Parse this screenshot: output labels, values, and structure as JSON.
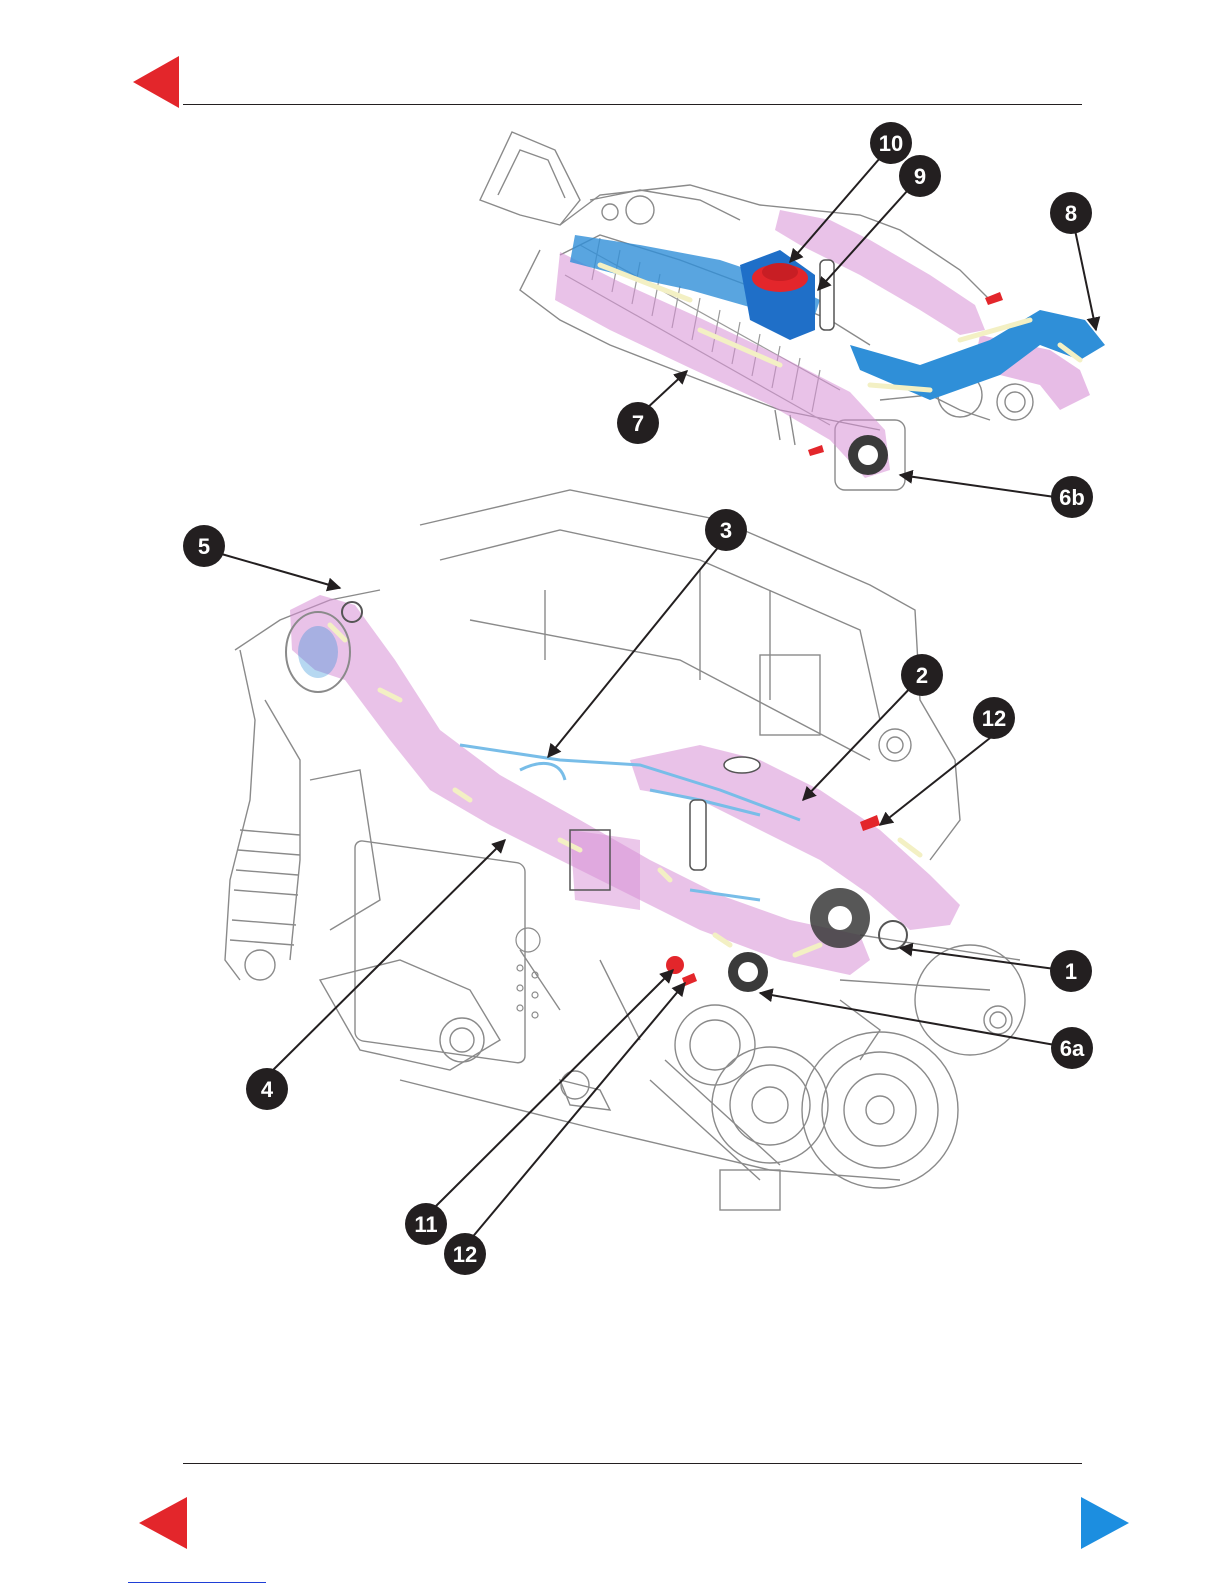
{
  "colors": {
    "nav_prev": "#e3262b",
    "nav_next": "#1c8ee0",
    "callout_fill": "#231f20",
    "coolant_hot": "#d78fd6",
    "coolant_cold": "#2f8fd8",
    "flow_arrow": "#f3f0c4",
    "outline": "#8a8a8a"
  },
  "navigation": {
    "prev_top_icon": "triangle-left-icon",
    "prev_bottom_icon": "triangle-left-icon",
    "next_bottom_icon": "triangle-right-icon"
  },
  "callouts": {
    "c1": "1",
    "c2": "2",
    "c3": "3",
    "c4": "4",
    "c5": "5",
    "c6a": "6a",
    "c6b": "6b",
    "c7": "7",
    "c8": "8",
    "c9": "9",
    "c10": "10",
    "c11": "11",
    "c12a": "12",
    "c12b": "12"
  }
}
